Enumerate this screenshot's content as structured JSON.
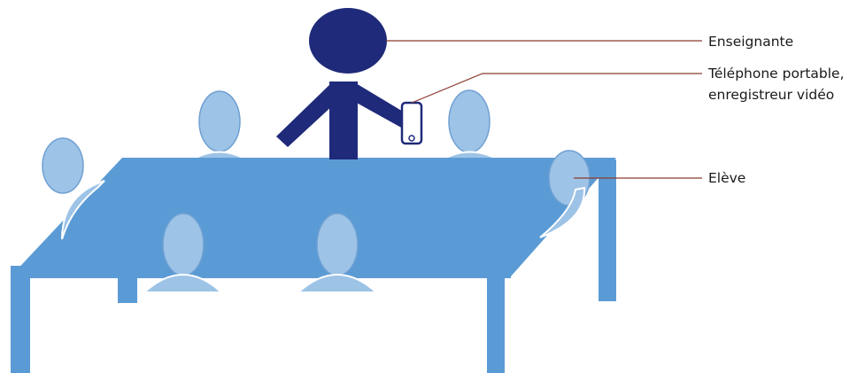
{
  "labels": {
    "teacher": "Enseignante",
    "device_line1": "Téléphone portable,",
    "device_line2": "enregistreur vidéo",
    "student": "Elève"
  },
  "colors": {
    "table_top": "#5b9bd5",
    "table_legs": "#5b9bd5",
    "student_fill": "#9dc3e6",
    "student_stroke": "#6fa0d3",
    "teacher_fill": "#1f2a7a",
    "leader_line": "#8b3a2f",
    "phone_stroke": "#1f2a7a"
  }
}
